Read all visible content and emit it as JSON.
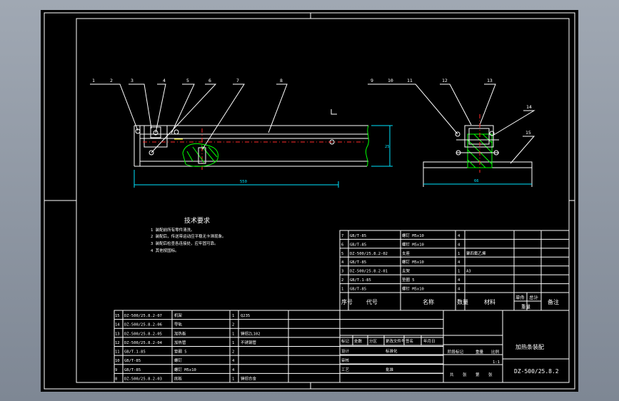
{
  "balloons": [
    "1",
    "2",
    "3",
    "4",
    "5",
    "6",
    "7",
    "8",
    "9",
    "10",
    "11",
    "12",
    "13",
    "14",
    "15"
  ],
  "dimensions": {
    "length": "550",
    "height": "25",
    "width": "66"
  },
  "tech_req": {
    "title": "技术要求",
    "lines": [
      "1 装配前所有零件清洗。",
      "2 装配后，传送带运动应平稳无卡滞现象。",
      "3 装配后检查各连接处，应牢固可靠。",
      "4 其他按国标。"
    ]
  },
  "upper_rows": [
    {
      "no": "7",
      "code": "GB/T-85",
      "name": "螺钉 M5x10",
      "qty": "4",
      "material": ""
    },
    {
      "no": "6",
      "code": "GB/T-85",
      "name": "螺钉 M5x10",
      "qty": "4",
      "material": ""
    },
    {
      "no": "5",
      "code": "DZ-500/25.8.2-02",
      "name": "支座",
      "qty": "1",
      "material": "聚四氟乙烯"
    },
    {
      "no": "4",
      "code": "GB/T-85",
      "name": "螺钉 M5x10",
      "qty": "4",
      "material": ""
    },
    {
      "no": "3",
      "code": "DZ-500/25.8.2-01",
      "name": "支架",
      "qty": "1",
      "material": "A3"
    },
    {
      "no": "2",
      "code": "GB/T.1-85",
      "name": "垫圈 5",
      "qty": "4",
      "material": ""
    },
    {
      "no": "1",
      "code": "GB/T-85",
      "name": "螺钉 M5x10",
      "qty": "4",
      "material": ""
    }
  ],
  "upper_header": {
    "no": "序号",
    "code": "代号",
    "name": "名称",
    "qty": "数量",
    "material": "材料",
    "unit_weight": "单件",
    "total_weight": "总计",
    "weight": "重量",
    "remark": "备注"
  },
  "lower_rows": [
    {
      "no": "15",
      "code": "DZ-500/25.8.2-07",
      "name": "机架",
      "qty": "1",
      "material": "Q235"
    },
    {
      "no": "14",
      "code": "DZ-500/25.8.2-06",
      "name": "导轨",
      "qty": "2",
      "material": ""
    },
    {
      "no": "13",
      "code": "DZ-500/25.8.2-05",
      "name": "加热板",
      "qty": "1",
      "material": "铸铝ZL102"
    },
    {
      "no": "12",
      "code": "DZ-500/25.8.2-04",
      "name": "加热管",
      "qty": "1",
      "material": "不锈钢管"
    },
    {
      "no": "11",
      "code": "GB/T.1-85",
      "name": "垫圈 5",
      "qty": "2",
      "material": ""
    },
    {
      "no": "10",
      "code": "GB/T-85",
      "name": "螺钉",
      "qty": "4",
      "material": ""
    },
    {
      "no": "9",
      "code": "GB/T-85",
      "name": "螺钉 M5x10",
      "qty": "4",
      "material": ""
    },
    {
      "no": "8",
      "code": "DZ-500/25.8.2-03",
      "name": "底板",
      "qty": "1",
      "material": "铸铝合金"
    }
  ],
  "title_block": {
    "drawing_name": "加热条装配",
    "drawing_number": "DZ-500/25.8.2",
    "scale": "1:1",
    "labels": [
      "标记",
      "处数",
      "分区",
      "更改文件号",
      "签名",
      "年月日",
      "设计",
      "标准化",
      "审核",
      "工艺",
      "批准",
      "阶段标记",
      "重量",
      "比例",
      "共",
      "张",
      "第",
      "张"
    ]
  }
}
